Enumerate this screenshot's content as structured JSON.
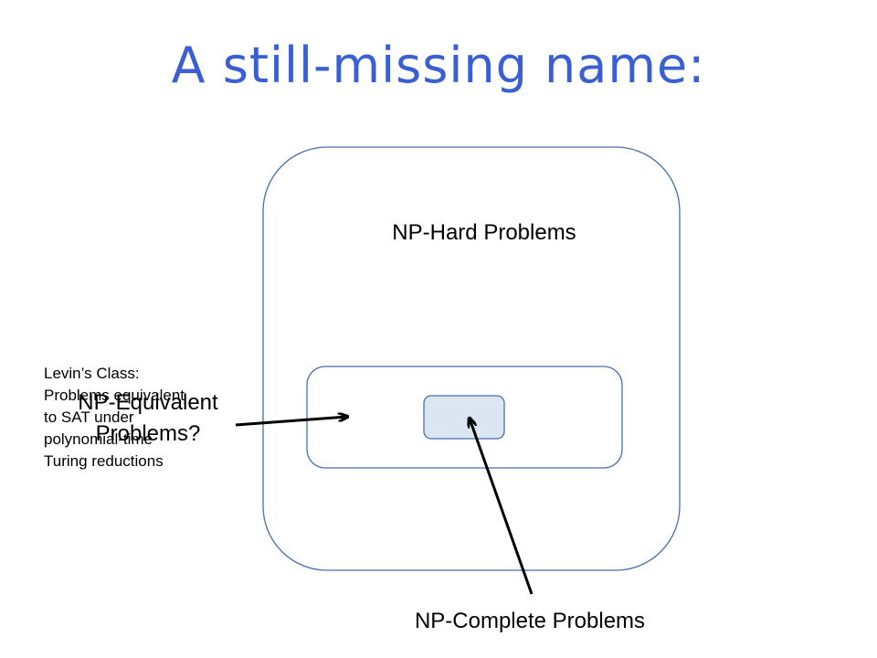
{
  "title": "A still-missing name:",
  "labels": {
    "np_hard": "NP-Hard Problems",
    "np_complete": "NP-Complete Problems",
    "np_equivalent_line1": "NP-Equivalent",
    "np_equivalent_line2": "Problems?",
    "levin_line1": "Levin’s Class:",
    "levin_line2": "Problems equivalent",
    "levin_line3": "to SAT under",
    "levin_line4": "polynomial-time",
    "levin_line5": "Turing reductions"
  },
  "colors": {
    "title": "#3a5fd4",
    "outline": "#4a6ea9",
    "inner_fill": "#dce6f2",
    "arrow": "#000000"
  }
}
